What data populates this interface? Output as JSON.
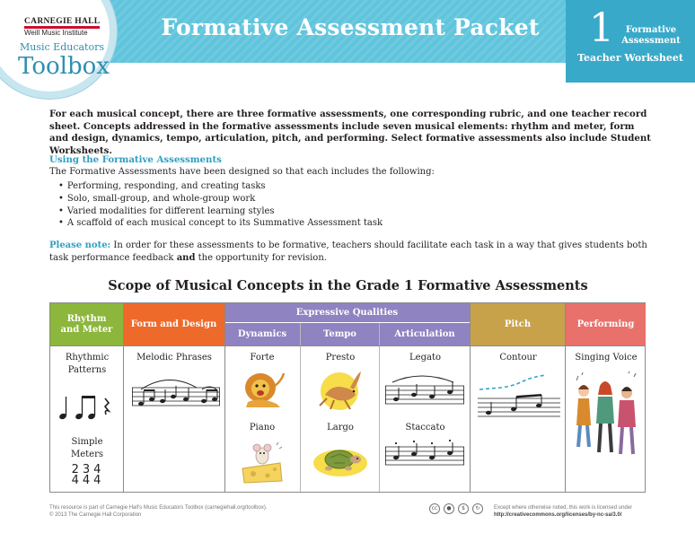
{
  "header": {
    "title": "Formative Assessment Packet",
    "logo": {
      "org": "CARNEGIE HALL",
      "institute": "Weill Music Institute",
      "line1": "Music Educators",
      "line2": "Toolbox"
    },
    "badge": {
      "number": "1",
      "label": "Formative Assessment",
      "subtitle": "Teacher Worksheet"
    }
  },
  "intro": "For each musical concept, there are three formative assessments, one corresponding rubric, and one teacher record sheet. Concepts addressed in the formative assessments include seven musical elements: rhythm and meter, form and design, dynamics, tempo, articulation, pitch, and performing. Select formative assessments also include Student Worksheets.",
  "using": {
    "heading": "Using the Formative Assessments",
    "text": "The Formative Assessments have been designed so that each includes the following:",
    "bullets": [
      "Performing, responding, and creating tasks",
      "Solo, small-group, and whole-group work",
      "Varied modalities for different learning styles",
      "A scaffold of each musical concept to its Summative Assessment task"
    ]
  },
  "note": {
    "label": "Please note:",
    "text_a": " In order for these assessments to be formative, teachers should facilitate each task in a way that gives students both task performance feedback ",
    "bold": "and",
    "text_b": " the opportunity for revision."
  },
  "scope": {
    "title": "Scope of Musical Concepts in the Grade 1 Formative Assessments",
    "headers": {
      "rhythm": "Rhythm and Meter",
      "form": "Form and Design",
      "expressive": "Expressive Qualities",
      "dynamics": "Dynamics",
      "tempo": "Tempo",
      "articulation": "Articulation",
      "pitch": "Pitch",
      "performing": "Performing"
    },
    "cells": {
      "rhythm_a": "Rhythmic Patterns",
      "rhythm_b": "Simple Meters",
      "meters": [
        "2",
        "3",
        "4"
      ],
      "meter_bottom": "4",
      "form": "Melodic Phrases",
      "dyn_a": "Forte",
      "dyn_b": "Piano",
      "tempo_a": "Presto",
      "tempo_b": "Largo",
      "artic_a": "Legato",
      "artic_b": "Staccato",
      "pitch": "Contour",
      "performing": "Singing Voice"
    },
    "colors": {
      "rhythm": "#8cb63c",
      "form": "#ee6a2b",
      "expressive": "#8f83c2",
      "pitch": "#c8a24b",
      "performing": "#e8716c"
    }
  },
  "footer": {
    "left_1": "This resource is part of Carnegie Hall's Music Educators Toolbox (carnegiehall.org/toolbox).",
    "left_2": "© 2013 The Carnegie Hall Corporation",
    "right_1": "Except where otherwise noted, this work is licensed under",
    "right_2": "http://creativecommons.org/licenses/by-nc-sa/3.0/"
  }
}
